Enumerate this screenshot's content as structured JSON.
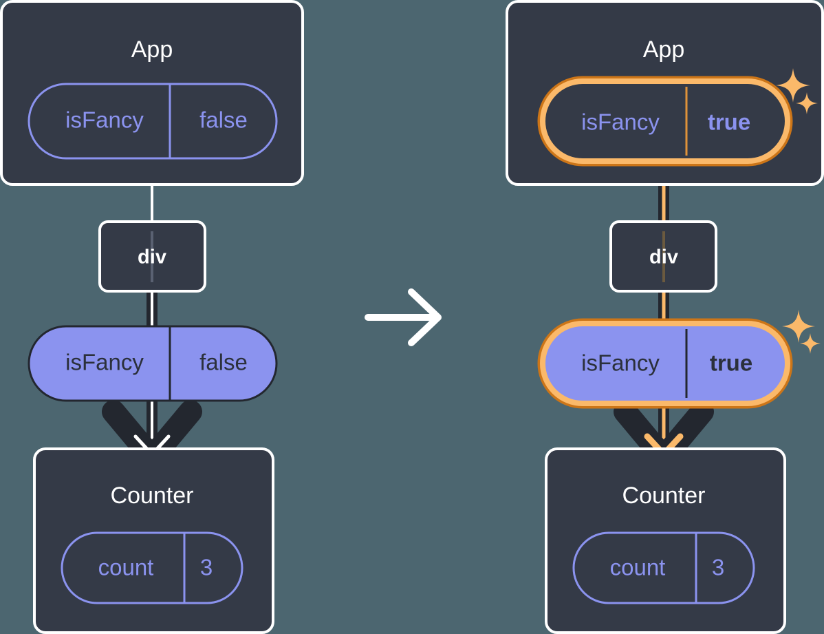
{
  "meta": {
    "background_color": "#4c6670",
    "box_fill": "#343a47",
    "box_stroke": "#ffffff",
    "pill_outline_stroke": "#8b93ef",
    "pill_filled_fill": "#8b93ef",
    "pill_filled_text": "#2b303b",
    "highlight_outer": "#cc7518",
    "highlight_inner": "#fbb96a",
    "arrow_dark": "#23272f",
    "arrow_white": "#ffffff",
    "arrow_amber": "#fbb96a",
    "sparkle_color": "#fbb96a",
    "transition_arrow_color": "#ffffff"
  },
  "transition": {
    "icon": "right-arrow-icon",
    "label": "transition arrow"
  },
  "panels": [
    {
      "id": "before",
      "name": "before-state",
      "root": {
        "name": "App",
        "state": {
          "key": "isFancy",
          "value": "false",
          "highlighted": false,
          "bold_value": false
        }
      },
      "tag": {
        "name": "div"
      },
      "prop": {
        "key": "isFancy",
        "value": "false",
        "highlighted": false,
        "bold_value": false
      },
      "child": {
        "name": "Counter",
        "state": {
          "key": "count",
          "value": "3",
          "highlighted": false,
          "bold_value": false
        }
      },
      "sparkles": false
    },
    {
      "id": "after",
      "name": "after-state",
      "root": {
        "name": "App",
        "state": {
          "key": "isFancy",
          "value": "true",
          "highlighted": true,
          "bold_value": true
        }
      },
      "tag": {
        "name": "div"
      },
      "prop": {
        "key": "isFancy",
        "value": "true",
        "highlighted": true,
        "bold_value": true
      },
      "child": {
        "name": "Counter",
        "state": {
          "key": "count",
          "value": "3",
          "highlighted": false,
          "bold_value": false
        }
      },
      "sparkles": true
    }
  ]
}
